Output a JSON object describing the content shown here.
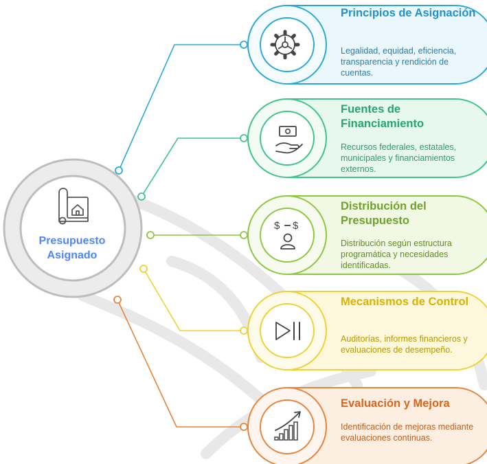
{
  "hub": {
    "label": "Presupuesto Asignado",
    "color": "#4f86f7",
    "icon": "budget-house-icon"
  },
  "items": [
    {
      "title": "Principios de Asignación",
      "description": "Legalidad, equidad, eficiencia, transparencia y rendición de cuentas.",
      "icon": "gear-icon",
      "color": "#2aa9d9",
      "title_color": "#1f93c9",
      "text_color": "#2a7fa8",
      "fill": "#eaf7fd",
      "ring_fill": "#f3fbfe"
    },
    {
      "title": "Fuentes de Financiamiento",
      "description": "Recursos federales, estatales, municipales y financiamientos externos.",
      "icon": "money-hand-icon",
      "color": "#3ec38b",
      "title_color": "#27a56e",
      "text_color": "#2e9a6a",
      "fill": "#e7f8ef",
      "ring_fill": "#f2fbf6"
    },
    {
      "title": "Distribución del Presupuesto",
      "description": "Distribución según estructura programática y necesidades identificadas.",
      "icon": "person-dollar-icon",
      "color": "#8dc63f",
      "title_color": "#6fa22a",
      "text_color": "#5f8f23",
      "fill": "#f1f8e4",
      "ring_fill": "#f7fbef"
    },
    {
      "title": "Mecanismos de Control",
      "description": "Auditorías, informes financieros y evaluaciones de desempeño.",
      "icon": "play-pause-icon",
      "color": "#f0d132",
      "title_color": "#d8b300",
      "text_color": "#b89800",
      "fill": "#fdf8dc",
      "ring_fill": "#fefbea"
    },
    {
      "title": "Evaluación y Mejora",
      "description": "Identificación de mejoras mediante evaluaciones continuas.",
      "icon": "growth-chart-icon",
      "color": "#e8833a",
      "title_color": "#d9661c",
      "text_color": "#c45f1e",
      "fill": "#fdeee2",
      "ring_fill": "#fef5ee"
    }
  ]
}
